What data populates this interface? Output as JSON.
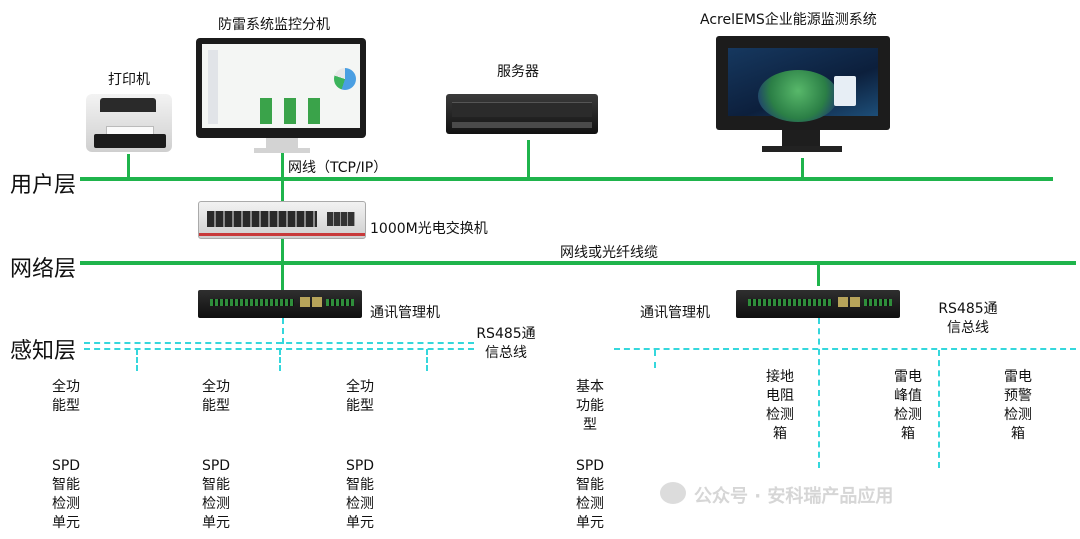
{
  "layers": {
    "user": "用户层",
    "network": "网络层",
    "sensing": "感知层"
  },
  "devices": {
    "printer": "打印机",
    "monitor_host": "防雷系统监控分机",
    "server": "服务器",
    "ems": "AcrelEMS企业能源监测系统",
    "switch": "1000M光电交换机",
    "gateway_left": "通讯管理机",
    "gateway_right": "通讯管理机"
  },
  "cables": {
    "tcpip": "网线（TCP/IP）",
    "fiber": "网线或光纤线缆",
    "rs485_left": [
      "RS485通",
      "信总线"
    ],
    "rs485_right": [
      "RS485通",
      "信总线"
    ]
  },
  "sensors": [
    {
      "type": [
        "全功",
        "能型"
      ],
      "name": [
        "SPD",
        "智能",
        "检测",
        "单元"
      ]
    },
    {
      "type": [
        "全功",
        "能型"
      ],
      "name": [
        "SPD",
        "智能",
        "检测",
        "单元"
      ]
    },
    {
      "type": [
        "全功",
        "能型"
      ],
      "name": [
        "SPD",
        "智能",
        "检测",
        "单元"
      ]
    },
    {
      "type": [
        "基本",
        "功能",
        "型"
      ],
      "name": [
        "SPD",
        "智能",
        "检测",
        "单元"
      ]
    }
  ],
  "boxes": [
    [
      "接地",
      "电阻",
      "检测",
      "箱"
    ],
    [
      "雷电",
      "峰值",
      "检测",
      "箱"
    ],
    [
      "雷电",
      "预警",
      "检测",
      "箱"
    ]
  ],
  "watermark": "公众号 · 安科瑞产品应用",
  "colors": {
    "network_line": "#1fb44c",
    "rs485_line": "#35d7dc"
  }
}
